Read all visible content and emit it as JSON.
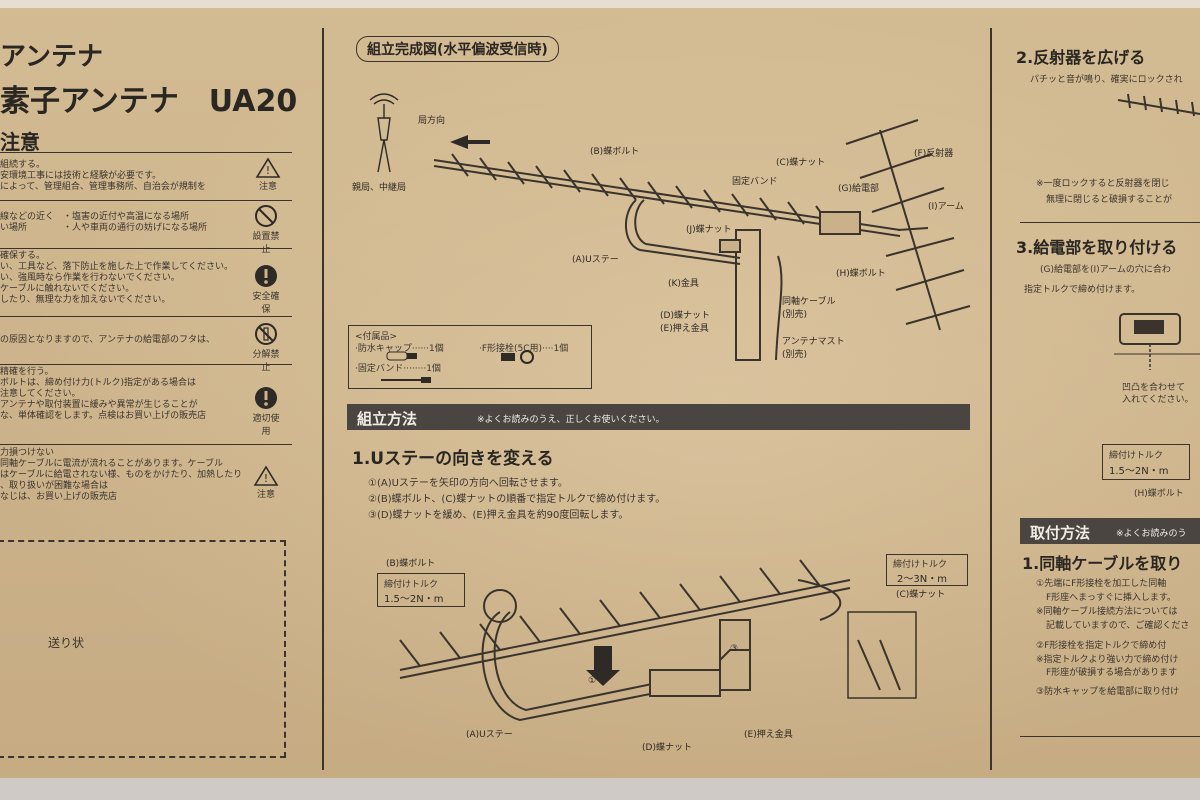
{
  "left_panel": {
    "title_line1": "アンテナ",
    "title_line2": "素子アンテナ　UA20",
    "section_title": "注意",
    "rows": [
      {
        "lines": [
          "組続する。",
          "安環境工事には技術と経験が必要です。",
          "によって、管理組合、管理事務所、自治会が規制を",
          ""
        ],
        "icon": "warning-triangle-icon",
        "icon_label": "注意"
      },
      {
        "lines": [
          "線などの近く　・塩害の近付や高温になる場所",
          "い場所　　　　・人や車両の通行の妨げになる場所",
          ""
        ],
        "icon": "prohibition-icon",
        "icon_label": "設置禁止"
      },
      {
        "lines": [
          "確保する。",
          "い、工具など、落下防止を施した上で作業してください。",
          "い、強風時なら作業を行わないでください。",
          "ケーブルに触れないでください。",
          "したり、無理な力を加えないでください。"
        ],
        "icon": "mandatory-icon",
        "icon_label": "安全確保"
      },
      {
        "lines": [
          "の原因となりますので、アンテナの給電部のフタは、"
        ],
        "icon": "no-disassembly-icon",
        "icon_label": "分解禁止"
      },
      {
        "lines": [
          "精確を行う。",
          "ボルトは、締め付け力(トルク)指定がある場合は",
          "注意してください。",
          "アンテナや取付装置に緩みや異常が生じることが",
          "な、単体確認をします。点検はお買い上げの販売店"
        ],
        "icon": "mandatory-icon",
        "icon_label": "適切使用"
      },
      {
        "lines": [
          "力損つけない",
          "同軸ケーブルに電流が流れることがあります。ケーブル",
          "はケーブルに給電されない様、ものをかけたり、加熱したり",
          "、取り扱いが困難な場合は",
          "なじは、お買い上げの販売店"
        ],
        "icon": "warning-triangle-icon",
        "icon_label": "注意"
      }
    ],
    "mailing_label": "送り状"
  },
  "middle_panel": {
    "diagram_title": "組立完成図(水平偏波受信時)",
    "labels": {
      "direction": "局方向",
      "station": "親局、中継局",
      "b_bolt": "(B)蝶ボルト",
      "c_nut": "(C)蝶ナット",
      "fixing_band": "固定バンド",
      "f_reflector": "(F)反射器",
      "g_feed": "(G)給電部",
      "i_arm": "(I)アーム",
      "a_ustay": "(A)Uステー",
      "j_nut": "(J)蝶ナット",
      "k_fitting": "(K)金具",
      "h_bolt": "(H)蝶ボルト",
      "d_nut": "(D)蝶ナット",
      "e_press": "(E)押え金具",
      "coax": "同軸ケーブル",
      "coax_sep": "(別売)",
      "mast": "アンテナマスト",
      "mast_sep": "(別売)"
    },
    "accessories": {
      "header": "<付属品>",
      "item1": "·防水キャップ······1個",
      "item2": "·F形接栓(5C用)····1個",
      "item3": "·固定バンド········1個"
    },
    "banner_title": "組立方法",
    "banner_note": "※よくお読みのうえ、正しくお使いください。",
    "step1_title": "1.Uステーの向きを変える",
    "step1_lines": [
      "①(A)Uステーを矢印の方向へ回転させます。",
      "②(B)蝶ボルト、(C)蝶ナットの順番で指定トルクで締め付けます。",
      "③(D)蝶ナットを緩め、(E)押え金具を約90度回転します。"
    ],
    "torque_left": {
      "title": "締付けトルク",
      "value": "1.5〜2N・m"
    },
    "torque_right": {
      "title": "締付けトルク",
      "value": "2〜3N・m"
    },
    "step_labels": {
      "b_bolt": "(B)蝶ボルト",
      "c_nut": "(C)蝶ナット",
      "a_ustay": "(A)Uステー",
      "d_nut": "(D)蝶ナット",
      "e_press": "(E)押え金具",
      "n1": "①",
      "n3": "③"
    }
  },
  "right_panel": {
    "step2_title": "2.反射器を広げる",
    "step2_line": "パチッと音が鳴り、確実にロックされ",
    "step2_note1": "※一度ロックすると反射器を閉じ",
    "step2_note2": "無理に閉じると破損することが",
    "step3_title": "3.給電部を取り付ける",
    "step3_line1": "(G)給電部を(I)アームの穴に合わ",
    "step3_line2": "指定トルクで締め付けます。",
    "step3_align1": "凹凸を合わせて",
    "step3_align2": "入れてください。",
    "torque": {
      "title": "締付けトルク",
      "value": "1.5〜2N・m"
    },
    "h_bolt": "(H)蝶ボルト",
    "mount_banner": "取付方法",
    "mount_note": "※よくお読みのう",
    "mount_step1": "1.同軸ケーブルを取り",
    "mount_lines": [
      "①先端にF形接栓を加工した同軸",
      "F形座へまっすぐに挿入します。",
      "※同軸ケーブル接続方法については",
      "記載していますので、ご確認くださ",
      "②F形接栓を指定トルクで締め付",
      "※指定トルクより強い力で締め付け",
      "F形座が破損する場合があります",
      "③防水キャップを給電部に取り付け"
    ]
  }
}
